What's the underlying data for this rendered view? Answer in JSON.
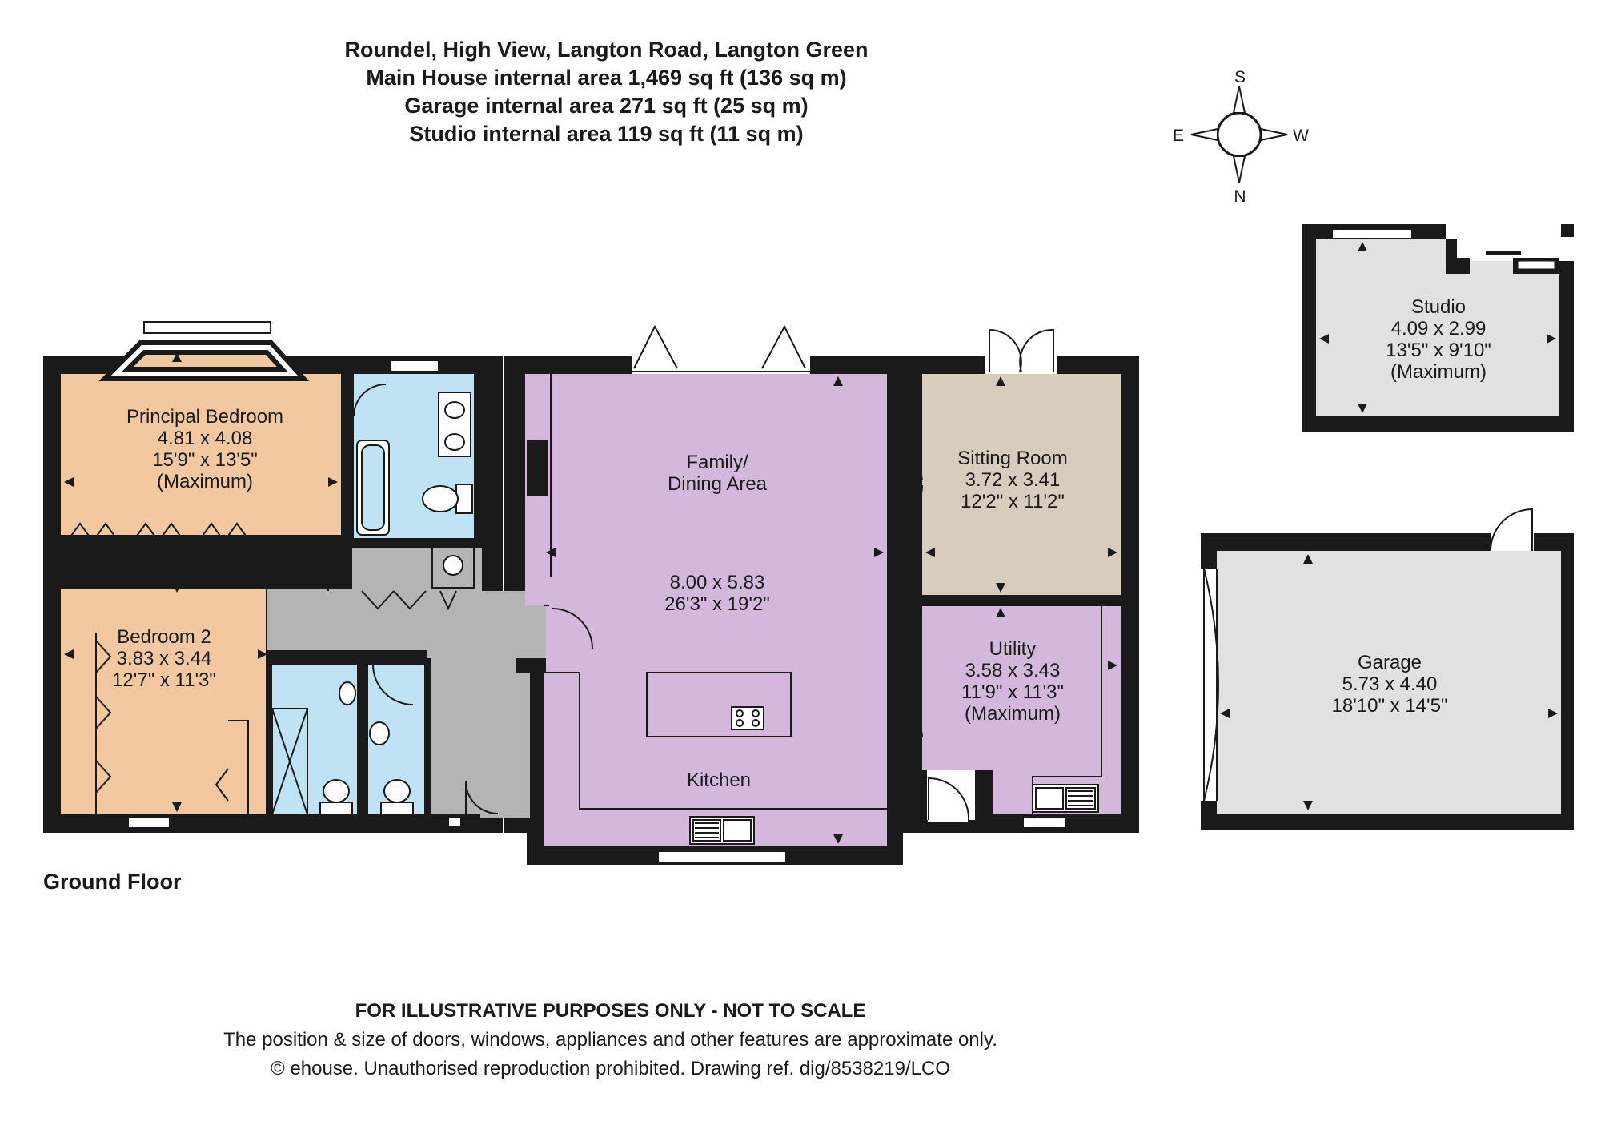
{
  "header": {
    "title": "Roundel, High View, Langton Road, Langton Green",
    "main_house": "Main House internal area 1,469 sq ft (136 sq m)",
    "garage": "Garage internal area 271 sq ft (25 sq m)",
    "studio": "Studio internal area 119 sq ft (11 sq m)"
  },
  "compass": {
    "north": "N",
    "south": "S",
    "east": "E",
    "west": "W"
  },
  "floor_label": "Ground Floor",
  "rooms": {
    "principal_bedroom": {
      "name": "Principal Bedroom",
      "metric": "4.81 x 4.08",
      "imperial": "15'9\" x 13'5\"",
      "note": "(Maximum)",
      "color": "#f2c8a0"
    },
    "bedroom_2": {
      "name": "Bedroom 2",
      "metric": "3.83 x 3.44",
      "imperial": "12'7\" x 11'3\"",
      "color": "#f2c8a0"
    },
    "family_dining": {
      "name_line1": "Family/",
      "name_line2": "Dining Area",
      "metric": "8.00 x 5.83",
      "imperial": "26'3\" x 19'2\"",
      "color": "#d3b8dc"
    },
    "kitchen": {
      "name": "Kitchen"
    },
    "sitting_room": {
      "name": "Sitting Room",
      "metric": "3.72 x 3.41",
      "imperial": "12'2\" x 11'2\"",
      "color": "#d8ccbd"
    },
    "utility": {
      "name": "Utility",
      "metric": "3.58 x 3.43",
      "imperial": "11'9\" x 11'3\"",
      "note": "(Maximum)"
    },
    "studio": {
      "name": "Studio",
      "metric": "4.09 x 2.99",
      "imperial": "13'5\" x 9'10\"",
      "note": "(Maximum)",
      "color": "#e1e1e1"
    },
    "garage": {
      "name": "Garage",
      "metric": "5.73 x 4.40",
      "imperial": "18'10\" x 14'5\"",
      "color": "#e1e1e1"
    }
  },
  "colors": {
    "bathroom": "#bfe3f5",
    "hall": "#b4b4b4",
    "wall": "#1a1a1a"
  },
  "footer": {
    "line1": "FOR ILLUSTRATIVE PURPOSES ONLY - NOT TO SCALE",
    "line2": "The position & size of doors, windows, appliances and other features are approximate only.",
    "line3": "© ehouse. Unauthorised reproduction prohibited. Drawing ref. dig/8538219/LCO"
  }
}
